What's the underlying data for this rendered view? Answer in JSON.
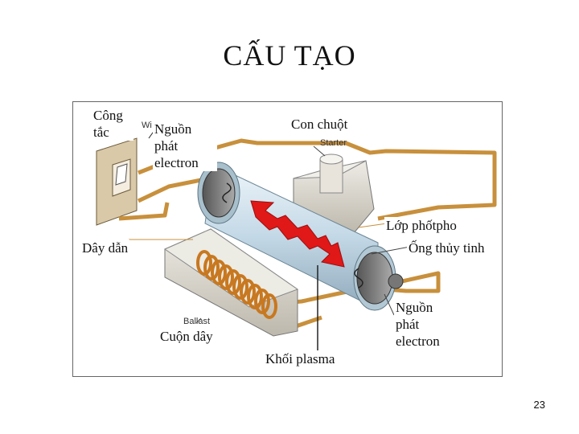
{
  "title": "CẤU TẠO",
  "labels": {
    "switch": "Công tắc",
    "electron_source_top": "Nguồn phát electron",
    "starter": "Con chuột",
    "phosphor": "Lớp phốtpho",
    "wire": "Dây dẫn",
    "glass_tube": "Ống thủy tinh",
    "electron_source_bottom": "Nguồn phát electron",
    "coil": "Cuộn dây",
    "plasma": "Khối plasma"
  },
  "embedded_text": {
    "starter_en": "Starter",
    "ballast_en": "Ballast",
    "wi_fragment": "Wi"
  },
  "page_number": "23",
  "colors": {
    "wire": "#c8903c",
    "tube": "#c9dde8",
    "plasma_arrow": "#e01818",
    "coil": "#c87820",
    "box": "#dddad2"
  }
}
